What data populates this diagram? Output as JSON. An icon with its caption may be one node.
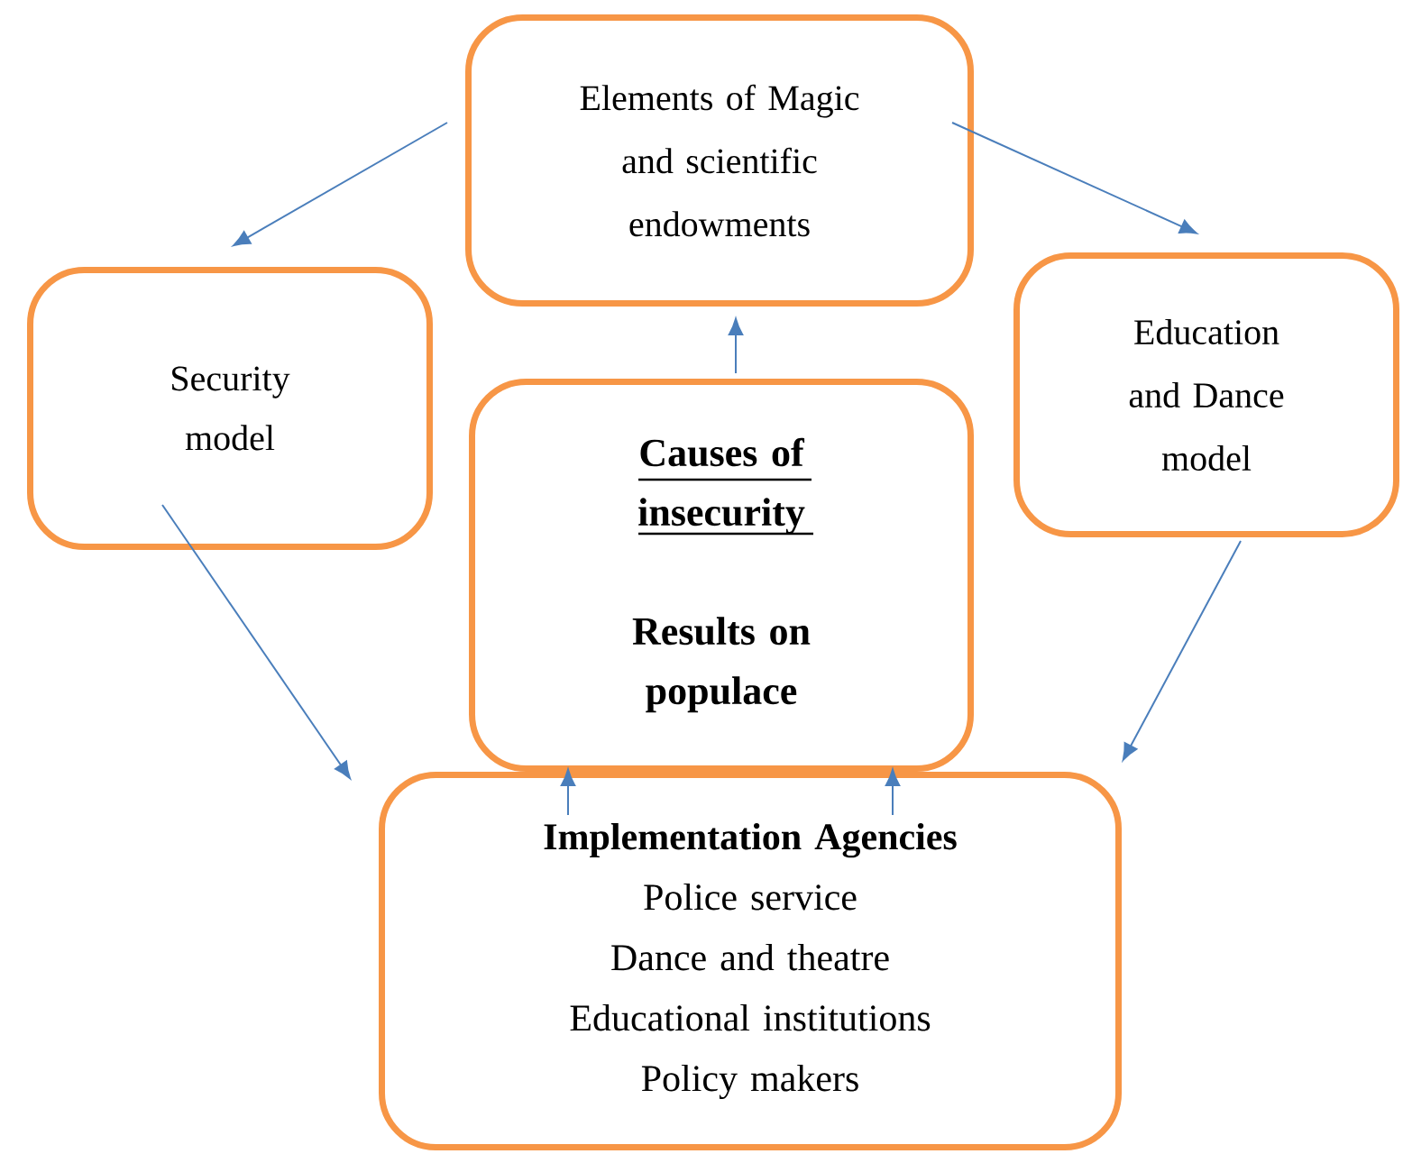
{
  "diagram": {
    "nodes": [
      {
        "text": [
          "Elements of Magic and scientific endowments"
        ]
      },
      {
        "text": [
          "Security model"
        ]
      },
      {
        "text": [
          "Causes of insecurity",
          "Results on populace"
        ]
      },
      {
        "text": [
          "Education and Dance model"
        ]
      },
      {
        "text": [
          "Implementation Agencies",
          "Police service",
          "Dance and theatre",
          "Educational institutions",
          "Policy makers"
        ]
      }
    ],
    "edges": [
      {
        "from": 0,
        "to": 1,
        "arrow": "to"
      },
      {
        "from": 0,
        "to": 3,
        "arrow": "to"
      },
      {
        "from": 2,
        "to": 0,
        "arrow": "to"
      },
      {
        "from": 1,
        "to": 4,
        "arrow": "to"
      },
      {
        "from": 3,
        "to": 4,
        "arrow": "to"
      },
      {
        "from": 4,
        "to": 2,
        "arrow": "to"
      },
      {
        "from": 4,
        "to": 2,
        "arrow": "to"
      }
    ]
  }
}
